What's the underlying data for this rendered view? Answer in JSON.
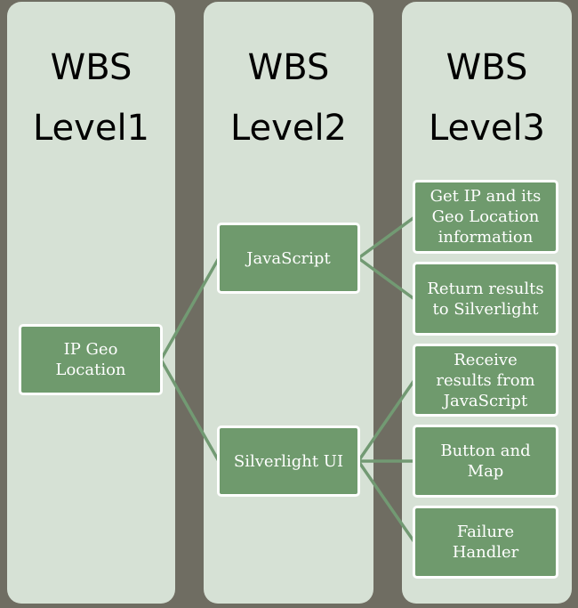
{
  "columns": [
    {
      "heading_line1": "WBS",
      "heading_line2": "Level1"
    },
    {
      "heading_line1": "WBS",
      "heading_line2": "Level2"
    },
    {
      "heading_line1": "WBS",
      "heading_line2": "Level3"
    }
  ],
  "nodes": {
    "root": "IP Geo\nLocation",
    "javascript": "JavaScript",
    "silverlight_ui": "Silverlight UI",
    "get_ip": "Get IP and its\nGeo Location\ninformation",
    "return_results": "Return results\nto Silverlight",
    "receive_results": "Receive\nresults from\nJavaScript",
    "button_map": "Button and\nMap",
    "failure_handler": "Failure\nHandler"
  },
  "colors": {
    "background": "#6f6d62",
    "column": "#d6e1d5",
    "node_fill": "#6f9a6d",
    "node_border": "#ffffff",
    "connector": "#729a73"
  }
}
